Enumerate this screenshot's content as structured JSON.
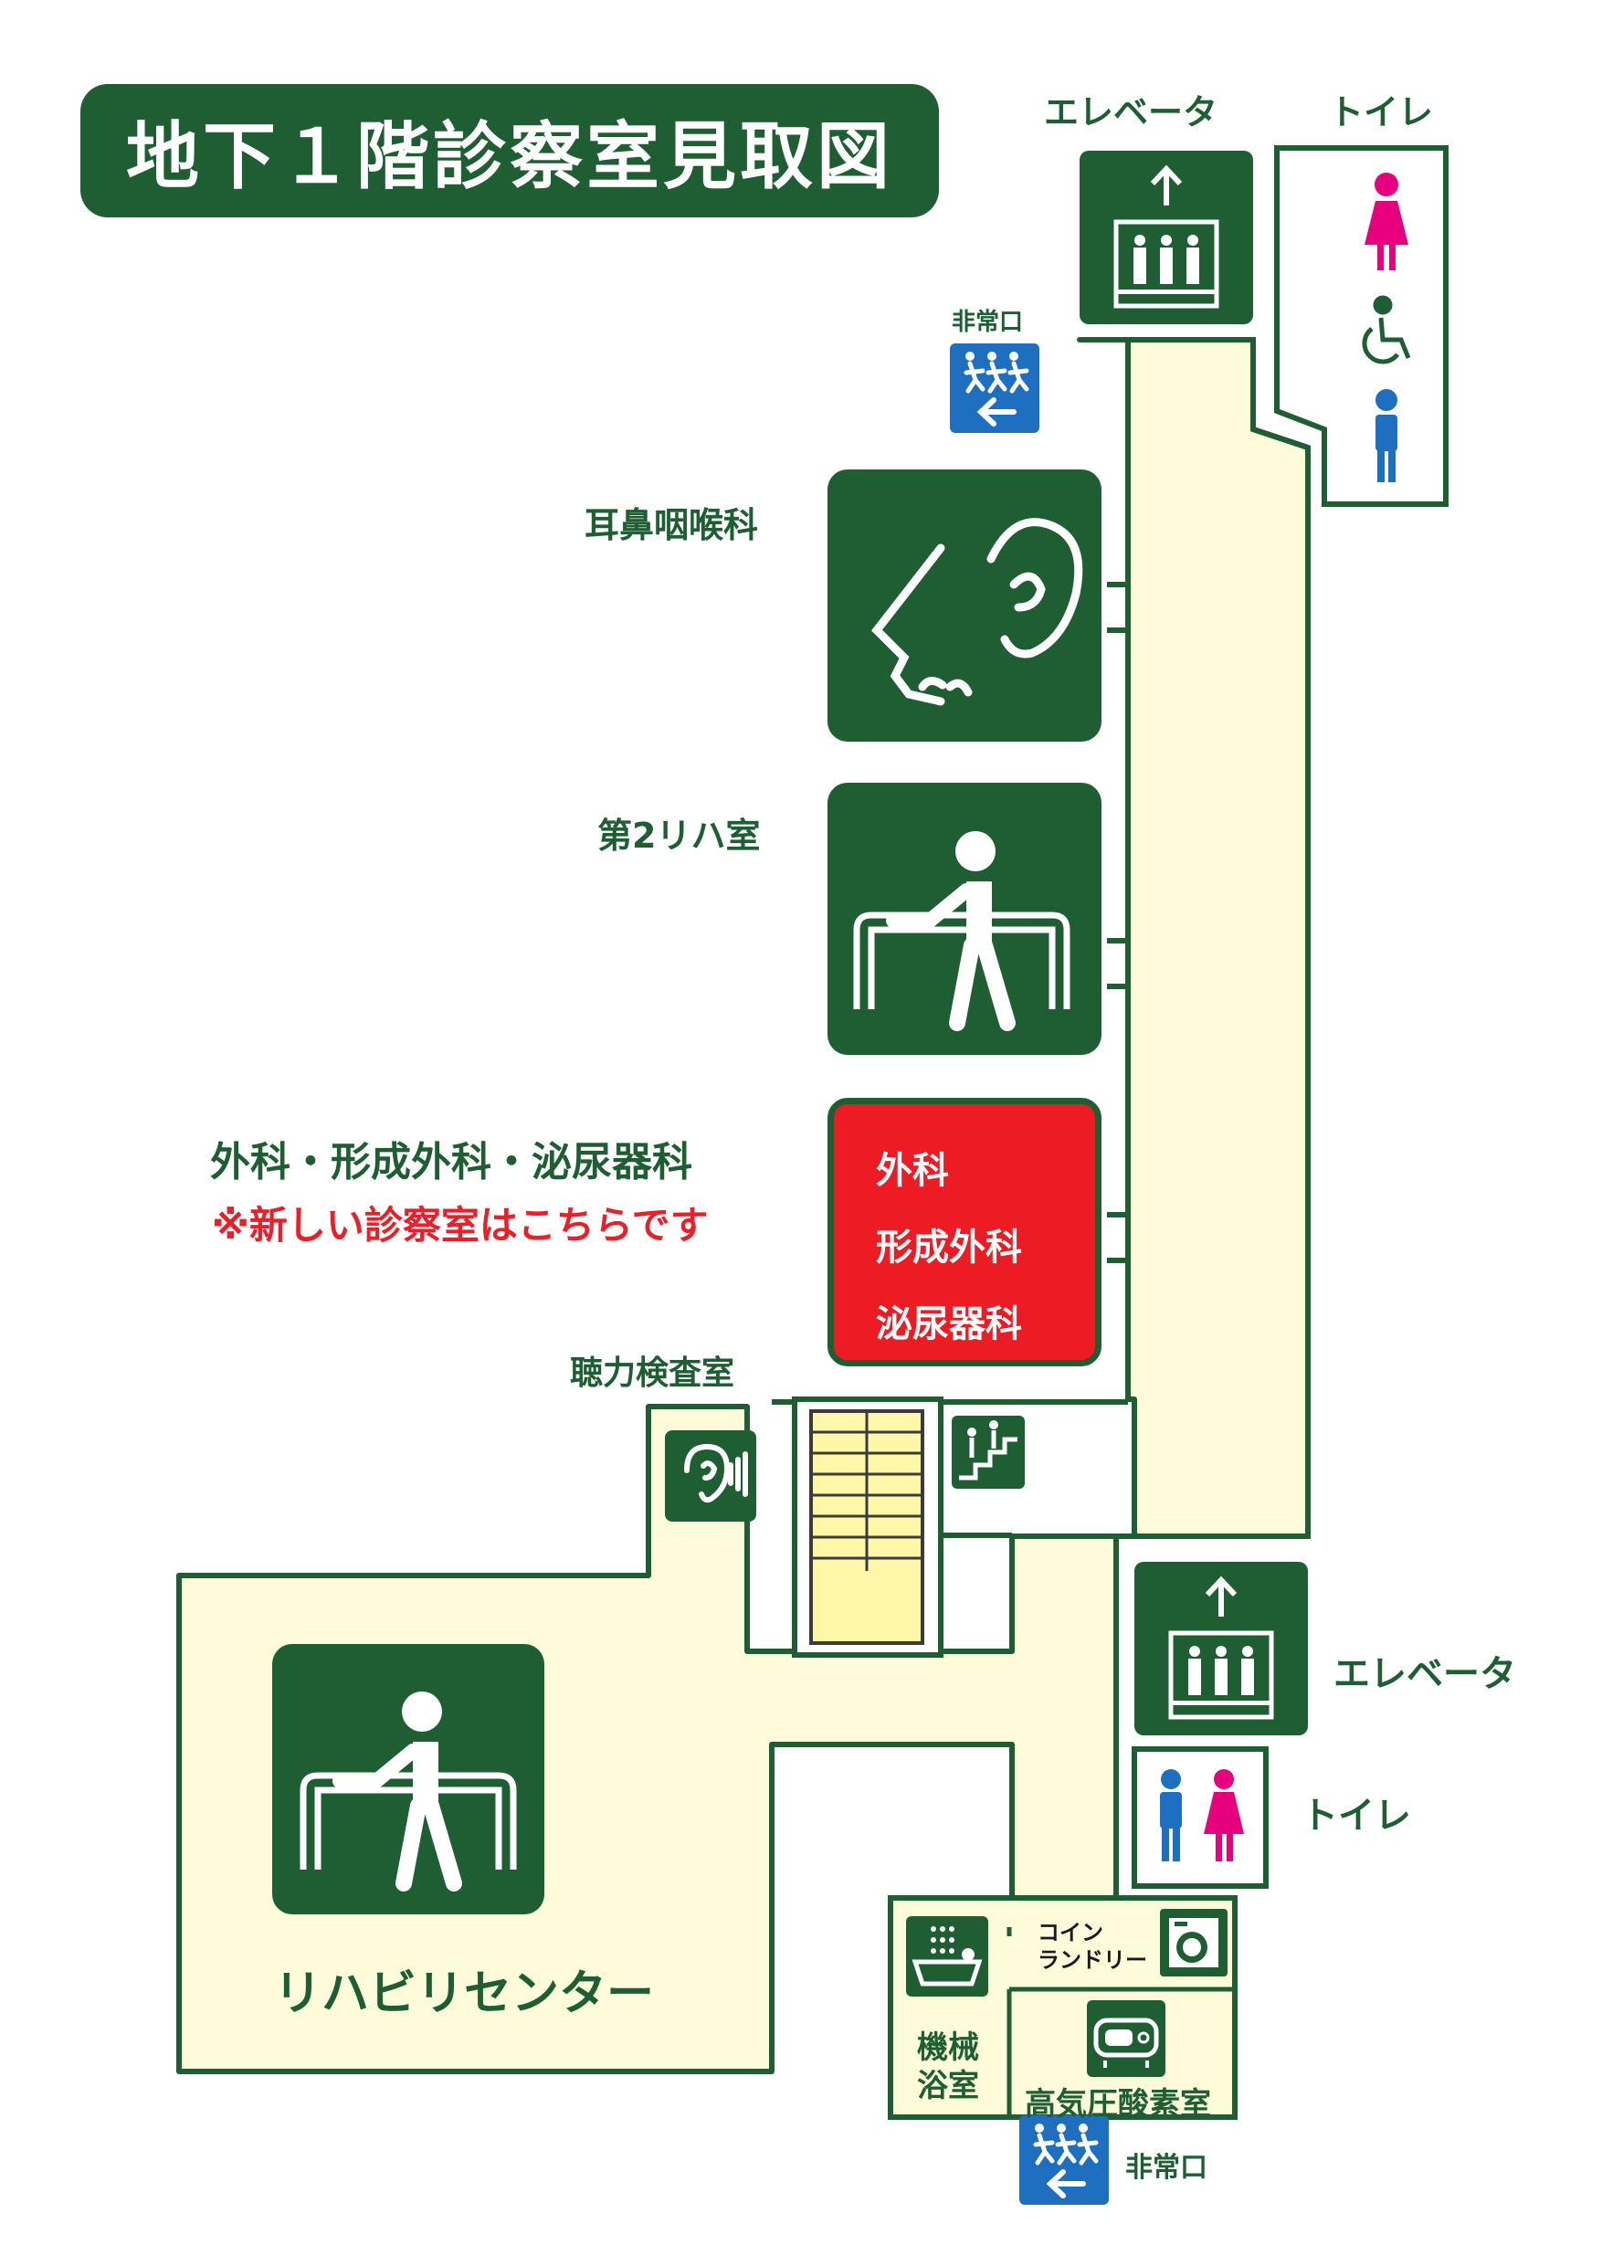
{
  "title": "地下１階診察室見取図",
  "colors": {
    "green": "#1f5e33",
    "floor": "#fdfbd9",
    "highlight": "#ed1c24",
    "notice": "#e8202a",
    "exit_blue": "#1e6fc0",
    "female": "#e6007e",
    "male": "#1e6fc0",
    "stair": "#fff7a8"
  },
  "labels": {
    "elevator_top": "エレベータ",
    "toilet_top": "トイレ",
    "emergency_exit_top": "非常口",
    "ent": "耳鼻咽喉科",
    "rehab2": "第2リハ室",
    "surgery_combined": "外科・形成外科・泌尿器科",
    "new_room_notice": "※新しい診察室はこちらです",
    "hearing_test": "聴力検査室",
    "elevator_bottom": "エレベータ",
    "toilet_bottom": "トイレ",
    "rehab_center": "リハビリセンター",
    "coin_laundry_1": "コイン",
    "coin_laundry_2": "ランドリー",
    "mech_bath_1": "機械",
    "mech_bath_2": "浴室",
    "hyperbaric": "高気圧酸素室",
    "emergency_exit_bottom": "非常口"
  },
  "red_box": [
    "外科",
    "形成外科",
    "泌尿器科"
  ],
  "icons": [
    "elevator-icon",
    "female-toilet-icon",
    "wheelchair-icon",
    "male-toilet-icon",
    "emergency-exit-icon",
    "ent-icon",
    "rehab-icon",
    "hearing-test-icon",
    "stairs-icon",
    "laundry-icon",
    "bath-icon",
    "hyperbaric-icon"
  ]
}
